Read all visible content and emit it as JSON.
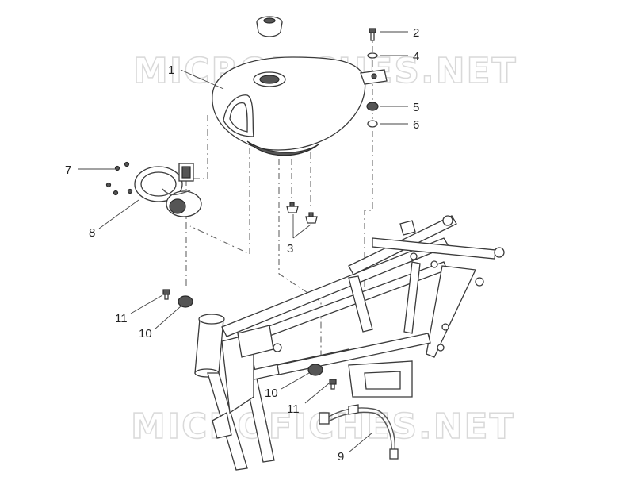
{
  "watermark": {
    "text": "MICROFICHES.NET"
  },
  "callouts": [
    {
      "id": "1",
      "label": "1"
    },
    {
      "id": "2",
      "label": "2"
    },
    {
      "id": "3",
      "label": "3"
    },
    {
      "id": "4",
      "label": "4"
    },
    {
      "id": "5",
      "label": "5"
    },
    {
      "id": "6",
      "label": "6"
    },
    {
      "id": "7",
      "label": "7"
    },
    {
      "id": "8",
      "label": "8"
    },
    {
      "id": "9",
      "label": "9"
    },
    {
      "id": "10a",
      "label": "10"
    },
    {
      "id": "10b",
      "label": "10"
    },
    {
      "id": "11a",
      "label": "11"
    },
    {
      "id": "11b",
      "label": "11"
    }
  ]
}
